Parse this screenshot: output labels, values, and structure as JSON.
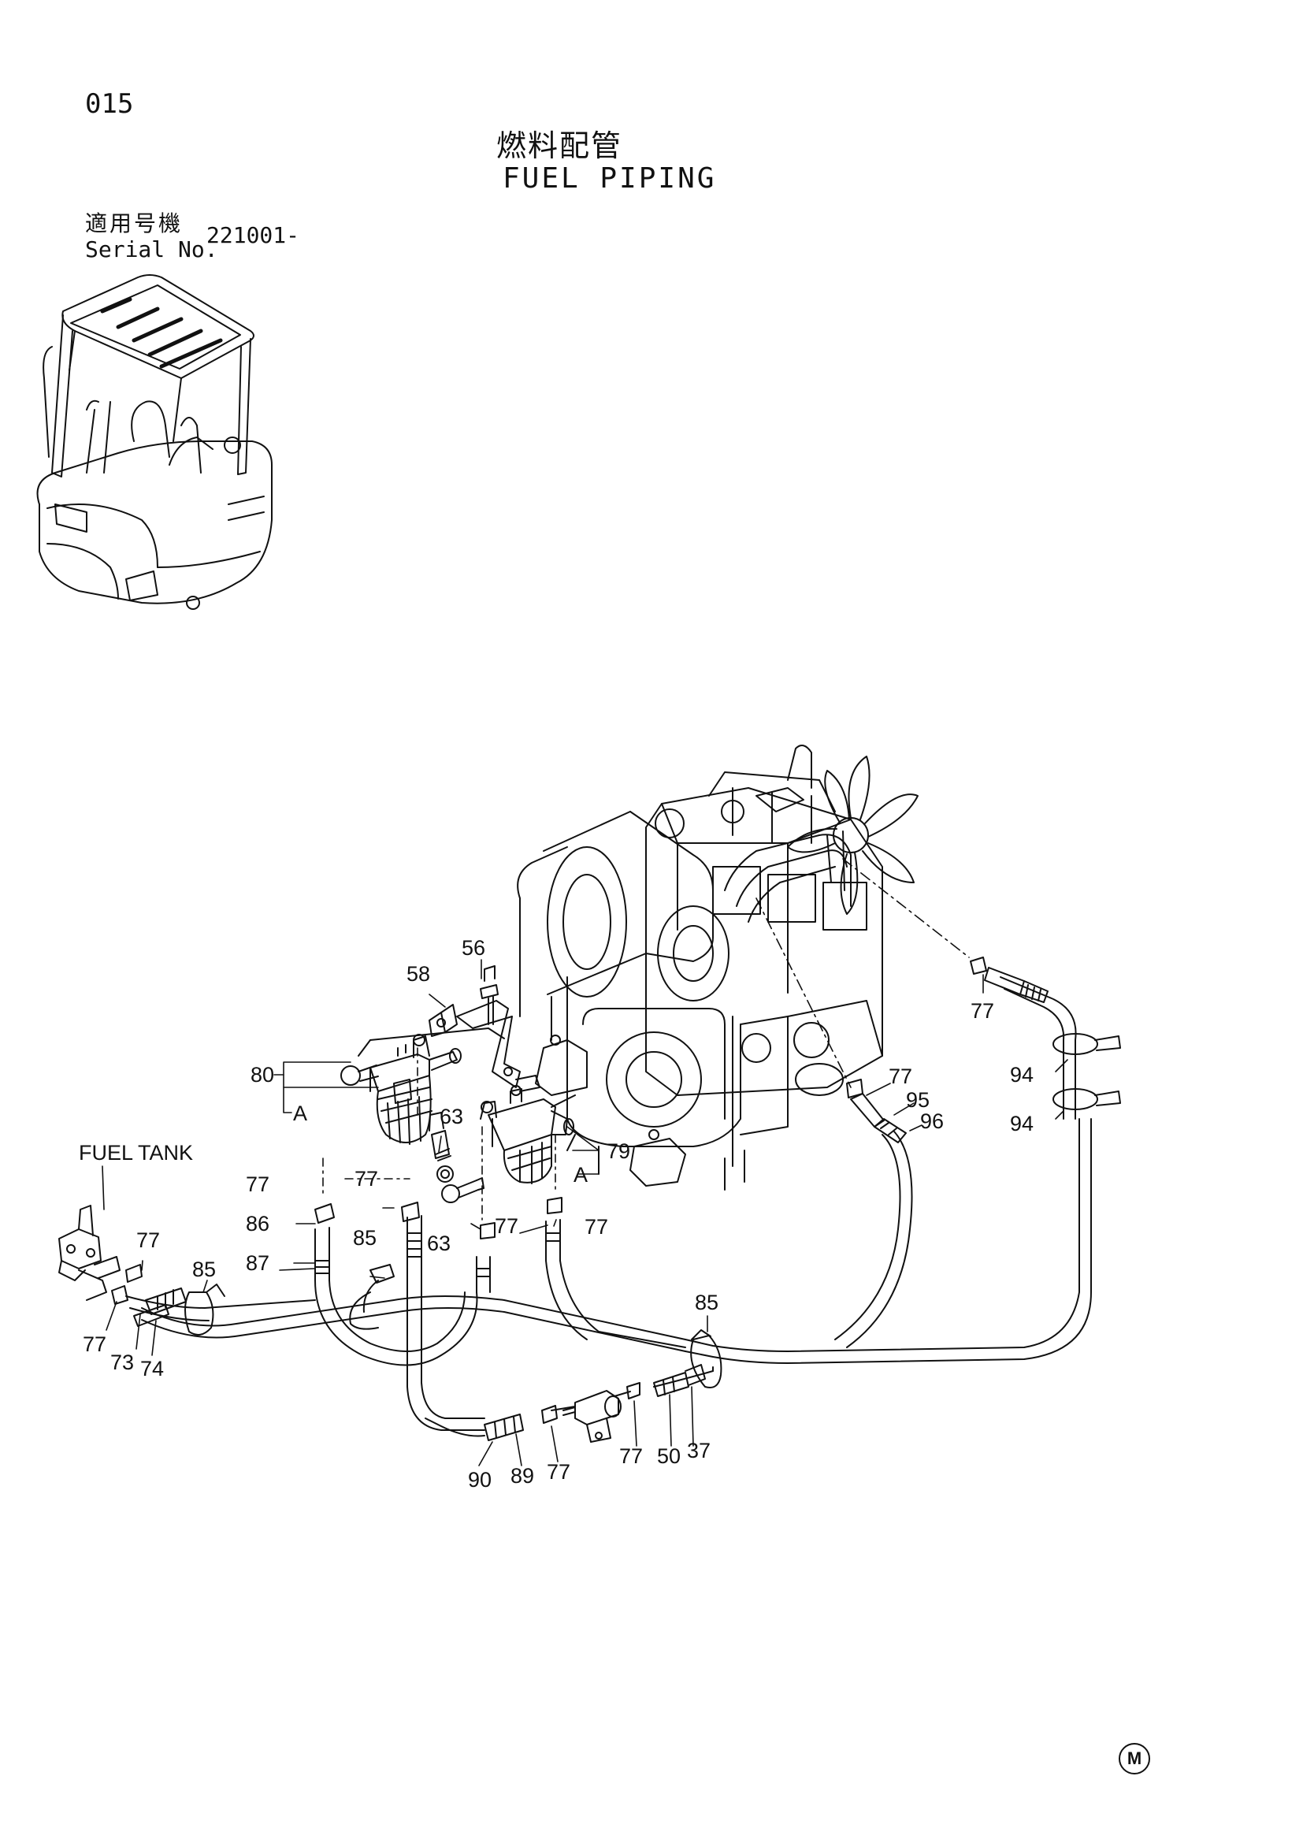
{
  "header": {
    "page_number": "015",
    "title_jp": "燃料配管",
    "title_en": "FUEL PIPING",
    "serial_label_jp": "適用号機",
    "serial_label_en": "Serial No.",
    "serial_value": "221001-"
  },
  "labels": {
    "fuel_tank": "FUEL TANK",
    "view_a_left": "A",
    "view_a_right": "A"
  },
  "callouts": [
    {
      "id": "c56",
      "text": "56"
    },
    {
      "id": "c58",
      "text": "58"
    },
    {
      "id": "c80",
      "text": "80"
    },
    {
      "id": "c63a",
      "text": "63"
    },
    {
      "id": "c79",
      "text": "79"
    },
    {
      "id": "c77a",
      "text": "77"
    },
    {
      "id": "c77b",
      "text": "77"
    },
    {
      "id": "c63b",
      "text": "63"
    },
    {
      "id": "c77c",
      "text": "77"
    },
    {
      "id": "c77d",
      "text": "77"
    },
    {
      "id": "c86",
      "text": "86"
    },
    {
      "id": "c87",
      "text": "87"
    },
    {
      "id": "c85a",
      "text": "85"
    },
    {
      "id": "c77e",
      "text": "77"
    },
    {
      "id": "c85b",
      "text": "85"
    },
    {
      "id": "c77f",
      "text": "77"
    },
    {
      "id": "c73",
      "text": "73"
    },
    {
      "id": "c74",
      "text": "74"
    },
    {
      "id": "c90",
      "text": "90"
    },
    {
      "id": "c89",
      "text": "89"
    },
    {
      "id": "c77g",
      "text": "77"
    },
    {
      "id": "c77h",
      "text": "77"
    },
    {
      "id": "c50",
      "text": "50"
    },
    {
      "id": "c37",
      "text": "37"
    },
    {
      "id": "c85c",
      "text": "85"
    },
    {
      "id": "c77i",
      "text": "77"
    },
    {
      "id": "c95",
      "text": "95"
    },
    {
      "id": "c96",
      "text": "96"
    },
    {
      "id": "c77j",
      "text": "77"
    },
    {
      "id": "c94a",
      "text": "94"
    },
    {
      "id": "c94b",
      "text": "94"
    }
  ],
  "mark": "M"
}
